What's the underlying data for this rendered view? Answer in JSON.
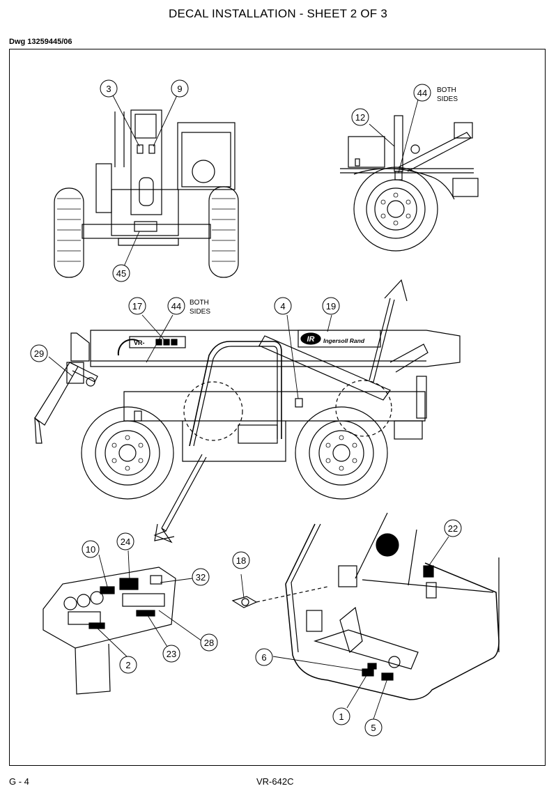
{
  "header": {
    "title": "DECAL INSTALLATION - SHEET 2 OF 3",
    "drawing_number": "Dwg 13259445/06"
  },
  "footer": {
    "page": "G - 4",
    "model": "VR-642C"
  },
  "callouts": {
    "c3": "3",
    "c9": "9",
    "c45": "45",
    "c12": "12",
    "c44_top": "44",
    "c17": "17",
    "c44_mid": "44",
    "c4": "4",
    "c19": "19",
    "c29": "29",
    "c10": "10",
    "c24": "24",
    "c32": "32",
    "c23": "23",
    "c28": "28",
    "c2": "2",
    "c18": "18",
    "c22": "22",
    "c6": "6",
    "c1": "1",
    "c5": "5"
  },
  "notes": {
    "both_sides_top_1": "BOTH",
    "both_sides_top_2": "SIDES",
    "both_sides_mid_1": "BOTH",
    "both_sides_mid_2": "SIDES"
  },
  "decal_text": {
    "ir_logo": "IR",
    "brand": "Ingersoll Rand",
    "boom_model": "VR-"
  }
}
